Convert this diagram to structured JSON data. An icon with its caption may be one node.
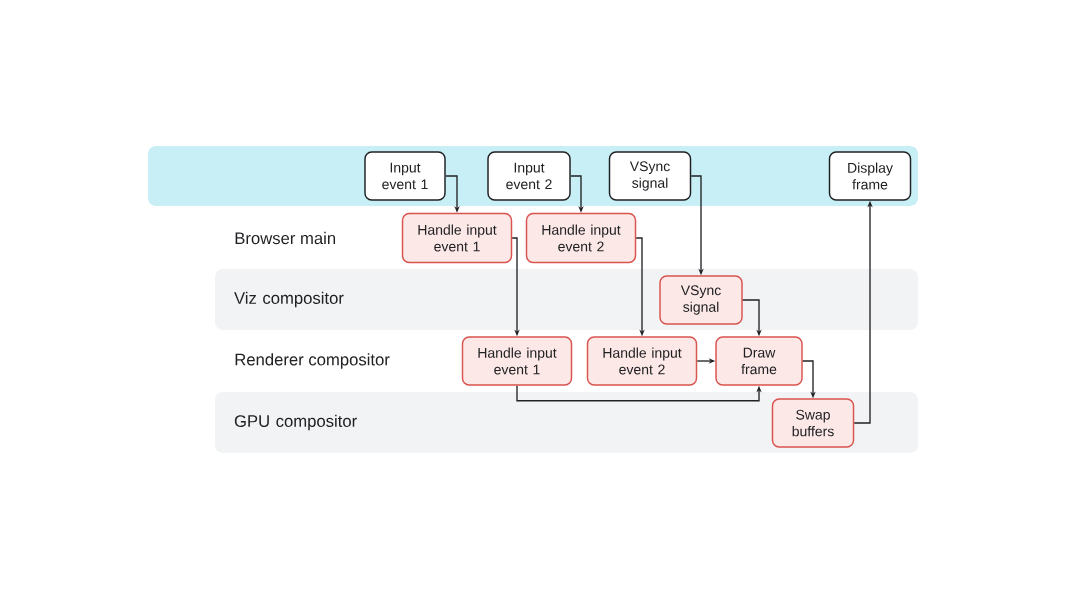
{
  "diagram": {
    "nodes": [
      {
        "text": [],
        "shape": "box"
      },
      {
        "text": [
          "Input event 1"
        ],
        "in": 0
      },
      {
        "text": [
          "Input event 2"
        ],
        "in": 0
      },
      {
        "text": [
          "VSync signal"
        ],
        "in": 0
      },
      {
        "text": [
          "Display frame"
        ],
        "in": 0
      },
      {
        "text": [
          "Handle input event 1"
        ]
      },
      {
        "text": [
          "Handle input event 2"
        ]
      },
      {
        "text": [
          "Viz compositor"
        ]
      },
      {
        "text": [
          "VSync signal"
        ],
        "in": 7
      },
      {
        "text": [
          "Handle input event 1"
        ]
      },
      {
        "text": [
          "Handle input event 2"
        ]
      },
      {
        "text": [
          "Draw frame"
        ]
      },
      {
        "text": [
          "GPU compositor"
        ]
      },
      {
        "text": [
          "Swap buffers"
        ],
        "in": 12
      }
    ],
    "edges": [
      {
        "from": 1,
        "to": 5,
        "arrow": "to"
      },
      {
        "from": 2,
        "to": 6,
        "arrow": "to"
      },
      {
        "from": 3,
        "to": 8,
        "arrow": "to"
      },
      {
        "from": 5,
        "to": 9,
        "arrow": "to"
      },
      {
        "from": 6,
        "to": 10,
        "arrow": "to"
      },
      {
        "from": 8,
        "to": 11,
        "arrow": "to"
      },
      {
        "from": 10,
        "to": 11,
        "arrow": "to"
      },
      {
        "from": 9,
        "to": 11,
        "arrow": "to"
      },
      {
        "from": 11,
        "to": 13,
        "arrow": "to"
      },
      {
        "from": 13,
        "to": 4,
        "arrow": "to"
      }
    ],
    "labels": [
      "Browser main",
      "Renderer compositor"
    ]
  }
}
